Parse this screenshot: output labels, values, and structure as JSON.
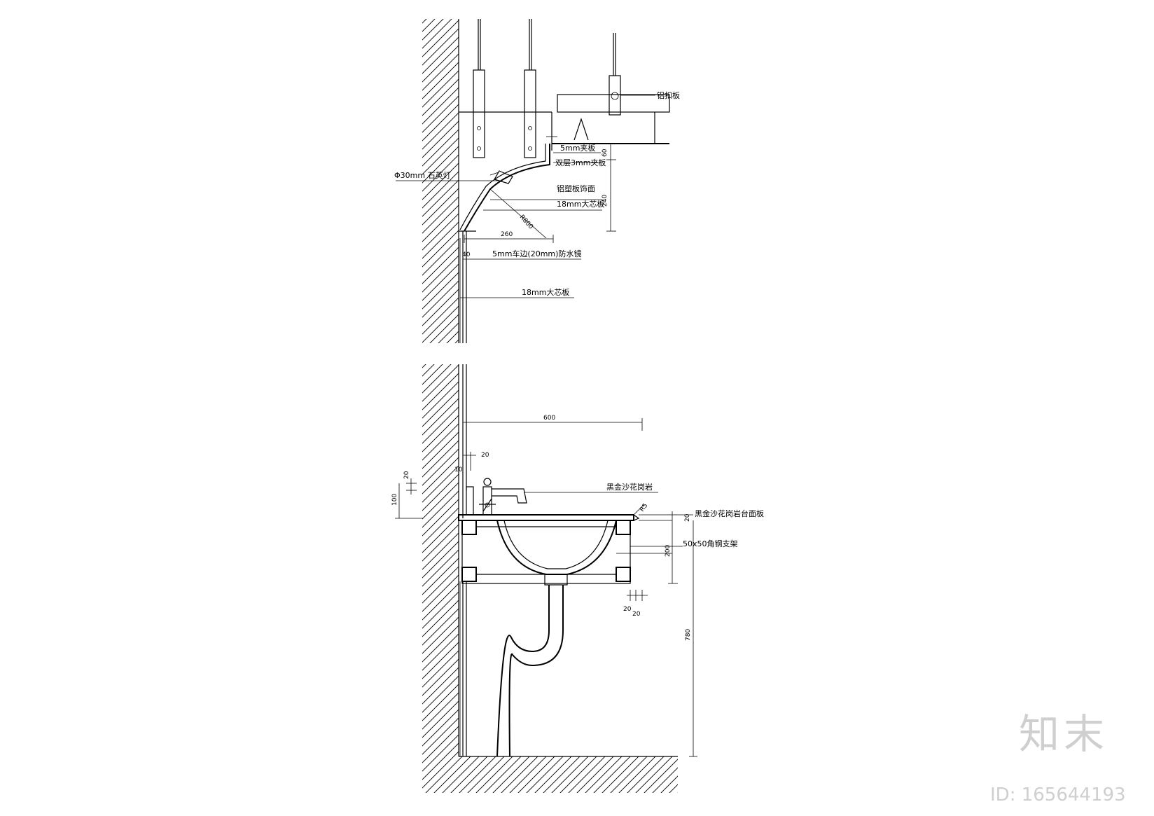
{
  "upper_section": {
    "labels": {
      "aluminum_panel": "铝扣板",
      "plywood_5mm": "5mm夹板",
      "double_plywood_3mm": "双层3mm夹板",
      "lamp": "Φ30mm 石英灯",
      "aluminum_plastic_finish": "铝塑板饰面",
      "blockboard_18mm_a": "18mm大芯板",
      "edge_strip": "5mm车边(20mm)防水镜",
      "blockboard_18mm_b": "18mm大芯板"
    },
    "dimensions": {
      "d60": "60",
      "d240": "240",
      "r800": "R800",
      "d260": "260",
      "d40": "40"
    }
  },
  "lower_section": {
    "labels": {
      "marble_top": "黑金沙花岗岩",
      "marble_facing": "黑金沙花岗岩台面板",
      "steel_frame": "50x50角钢支架"
    },
    "dimensions": {
      "d600": "600",
      "d20_top": "20",
      "d10": "10",
      "d20_left": "20",
      "d100": "100",
      "r5": "R5",
      "d20_right": "20",
      "d200": "200",
      "d20_b1": "20",
      "d20_b2": "20",
      "d780": "780"
    }
  },
  "watermark": {
    "logo": "知末",
    "id": "ID: 165644193"
  }
}
